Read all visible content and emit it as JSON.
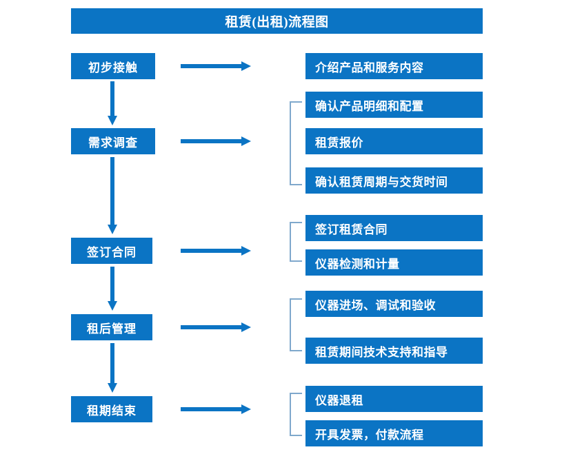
{
  "title": {
    "text": "租赁(出租)流程图"
  },
  "colors": {
    "box_blue": "#0B74C4",
    "arrow_blue": "#0B74C4",
    "bracket_gray_blue": "#7FA8CC",
    "text_white": "#FFFFFF",
    "background": "#FFFFFF"
  },
  "stages": [
    {
      "id": "initial-contact",
      "label": "初步接触"
    },
    {
      "id": "requirement-survey",
      "label": "需求调查"
    },
    {
      "id": "sign-contract",
      "label": "签订合同"
    },
    {
      "id": "post-rental-management",
      "label": "租后管理"
    },
    {
      "id": "rental-period-end",
      "label": "租期结束"
    }
  ],
  "groups": [
    {
      "id": "group-initial-contact",
      "bracketed": false,
      "details": [
        {
          "id": "detail-introduce-products",
          "label": "介绍产品和服务内容"
        }
      ]
    },
    {
      "id": "group-requirement-survey",
      "bracketed": true,
      "details": [
        {
          "id": "detail-confirm-product-spec",
          "label": "确认产品明细和配置"
        },
        {
          "id": "detail-rental-quotation",
          "label": "租赁报价"
        },
        {
          "id": "detail-confirm-period-delivery",
          "label": "确认租赁周期与交货时间"
        }
      ]
    },
    {
      "id": "group-sign-contract",
      "bracketed": true,
      "details": [
        {
          "id": "detail-sign-rental-contract",
          "label": "签订租赁合同"
        },
        {
          "id": "detail-instrument-inspection",
          "label": "仪器检测和计量"
        }
      ]
    },
    {
      "id": "group-post-rental-management",
      "bracketed": true,
      "details": [
        {
          "id": "detail-instrument-entry-commission",
          "label": "仪器进场、调试和验收"
        },
        {
          "id": "detail-technical-support",
          "label": "租赁期间技术支持和指导"
        }
      ]
    },
    {
      "id": "group-rental-period-end",
      "bracketed": true,
      "details": [
        {
          "id": "detail-instrument-return",
          "label": "仪器退租"
        },
        {
          "id": "detail-invoice-payment",
          "label": "开具发票，付款流程"
        }
      ]
    }
  ],
  "connectors": {
    "horizontal_arrows": 5,
    "vertical_arrows": 4
  }
}
